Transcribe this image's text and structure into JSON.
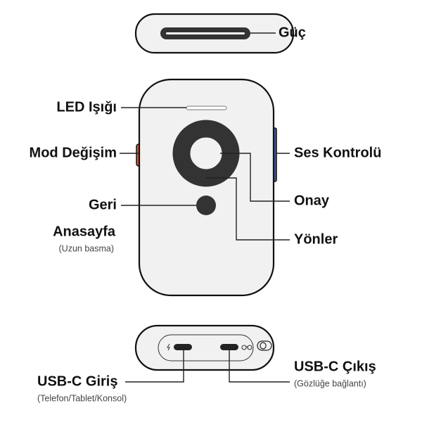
{
  "labels": {
    "power": "Güç",
    "led": "LED Işığı",
    "mode": "Mod Değişim",
    "volume": "Ses Kontrolü",
    "confirm": "Onay",
    "back": "Geri",
    "directions": "Yönler",
    "home": "Anasayfa",
    "home_sub": "(Uzun basma)",
    "usb_in": "USB-C Giriş",
    "usb_in_sub": "(Telefon/Tablet/Konsol)",
    "usb_out": "USB-C Çıkış",
    "usb_out_sub": "(Gözlüğe bağlantı)"
  },
  "colors": {
    "mode_button": "#e8552b",
    "volume_button": "#3a5fa8",
    "body": "#f1f1f1",
    "dark": "#333333"
  }
}
